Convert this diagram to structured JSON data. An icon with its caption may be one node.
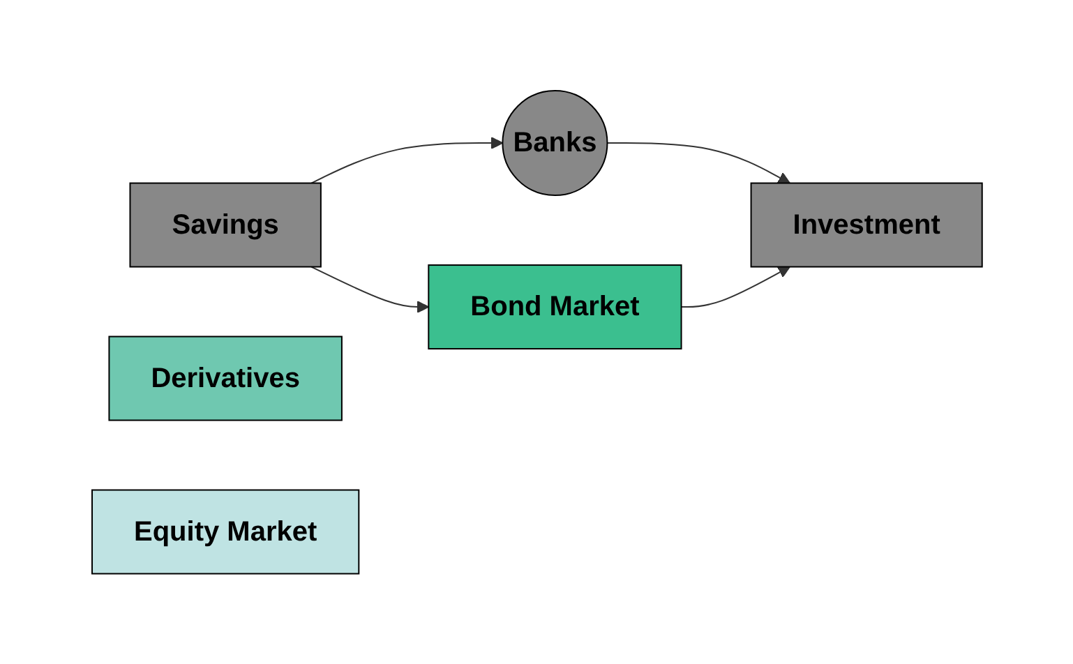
{
  "diagram": {
    "nodes": [
      {
        "text": [
          "Banks"
        ]
      },
      {
        "text": [
          "Savings"
        ]
      },
      {
        "text": [
          "Investment"
        ]
      },
      {
        "text": [
          "Derivatives"
        ]
      },
      {
        "text": [
          "Bond Market"
        ]
      },
      {
        "text": [
          "Equity Market"
        ]
      }
    ],
    "edges": [
      {
        "from": 1,
        "to": 0,
        "arrow": "to"
      },
      {
        "from": 0,
        "to": 2,
        "arrow": "to"
      },
      {
        "from": 1,
        "to": 4,
        "arrow": "to"
      },
      {
        "from": 4,
        "to": 2,
        "arrow": "to"
      }
    ]
  }
}
